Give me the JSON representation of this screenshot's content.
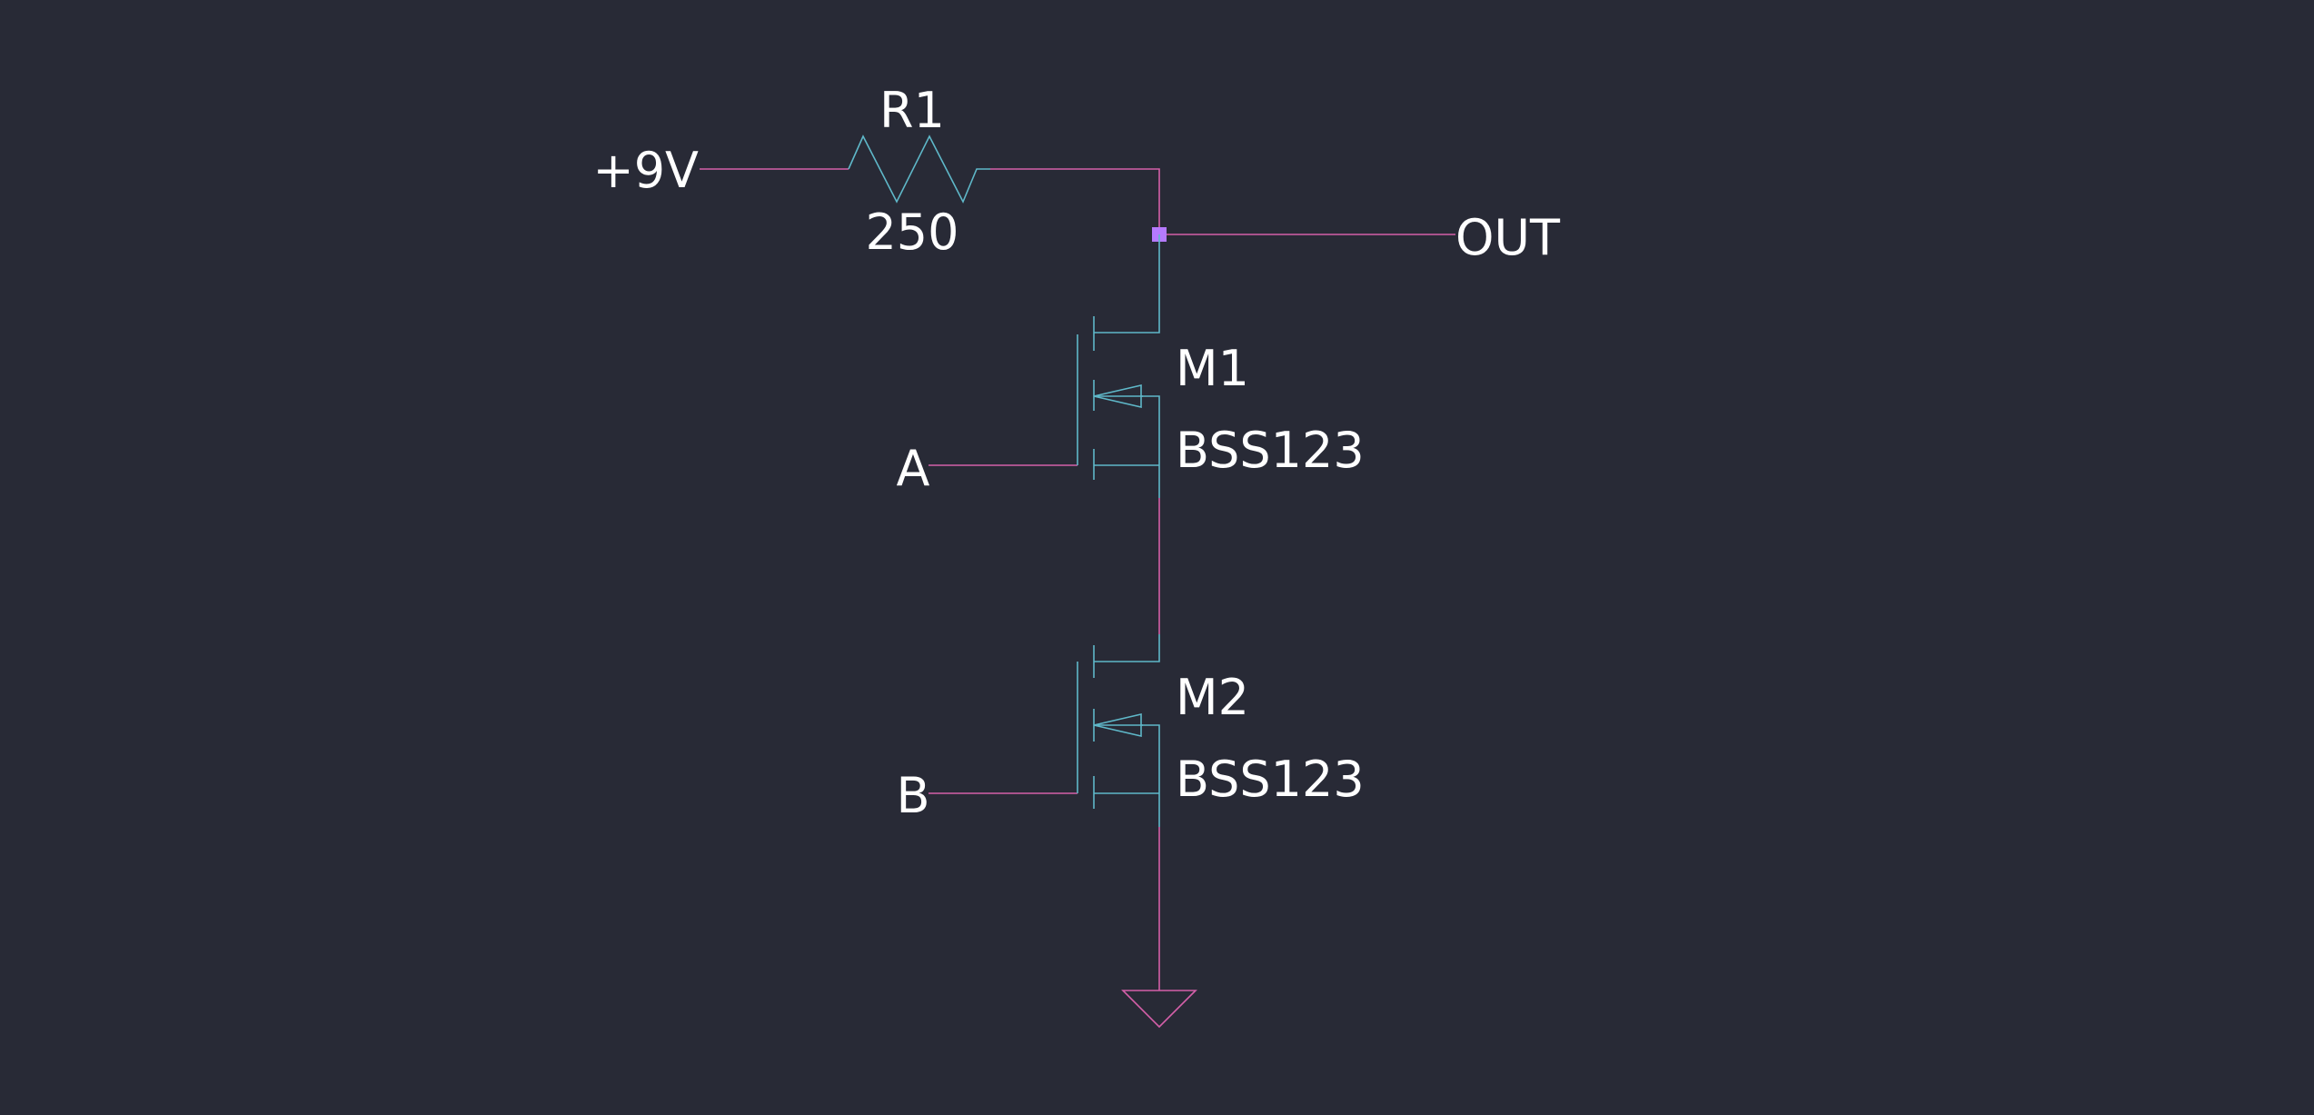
{
  "colors": {
    "background": "#282a36",
    "wire": "#d45fa8",
    "component": "#5fb8c9",
    "text": "#ffffff",
    "junction": "#b57aff"
  },
  "nets": {
    "supply_label": "+9V",
    "output_label": "OUT",
    "input_a_label": "A",
    "input_b_label": "B"
  },
  "components": {
    "r1": {
      "ref": "R1",
      "value": "250"
    },
    "m1": {
      "ref": "M1",
      "value": "BSS123"
    },
    "m2": {
      "ref": "M2",
      "value": "BSS123"
    }
  },
  "symbols": {
    "ground": "ground-icon",
    "junction": "junction-dot-icon"
  }
}
